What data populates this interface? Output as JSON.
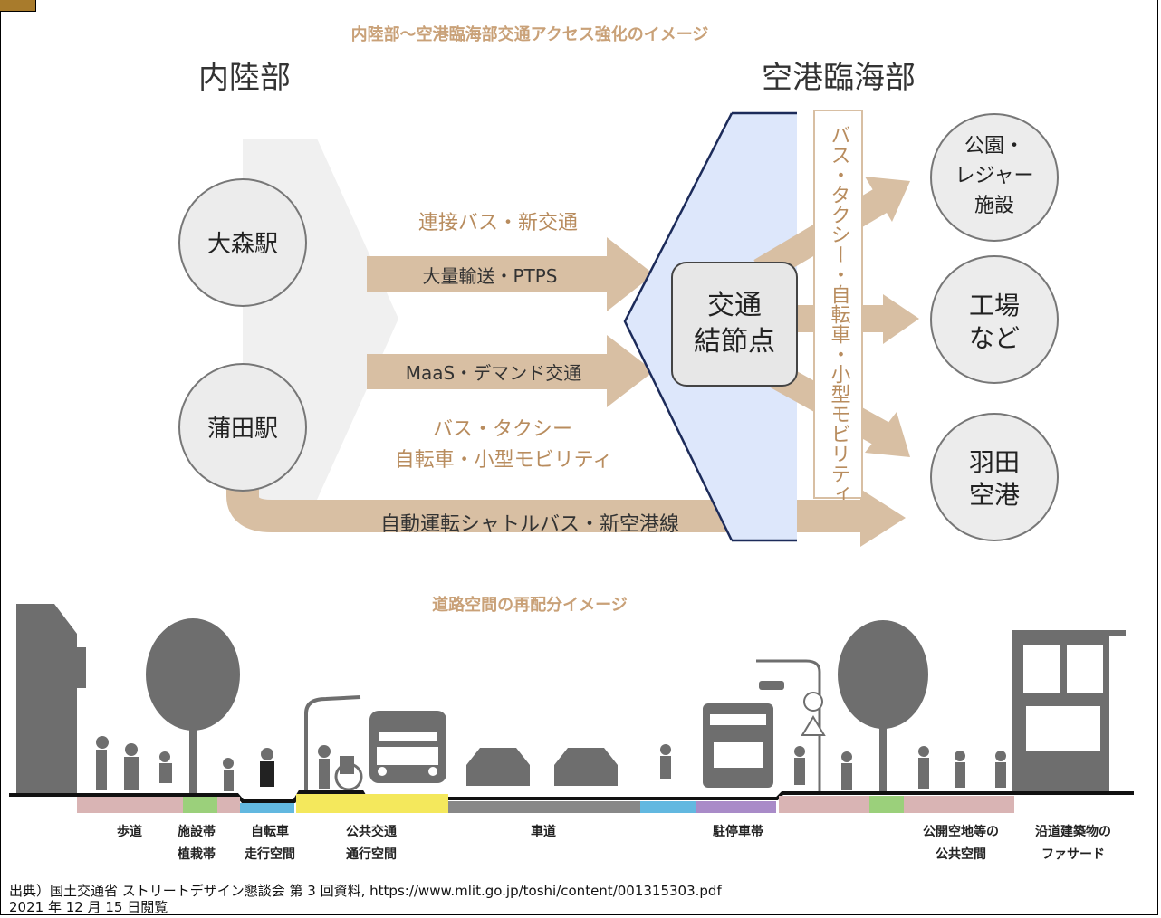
{
  "top_title": "内陸部〜空港臨海部交通アクセス強化のイメージ",
  "inland_label": "内陸部",
  "coastal_label": "空港臨海部",
  "stations": [
    "大森駅",
    "蒲田駅"
  ],
  "destinations": {
    "park": [
      "公園・",
      "レジャー",
      "施設"
    ],
    "factory": [
      "工場",
      "など"
    ],
    "airport": [
      "羽田",
      "空港"
    ]
  },
  "hub": [
    "交通",
    "結節点"
  ],
  "arrows": {
    "upper_caption": "連接バス・新交通",
    "upper_inside": "大量輸送・PTPS",
    "lower_inside": "MaaS・デマンド交通",
    "lower_caption_1": "バス・タクシー",
    "lower_caption_2": "自転車・小型モビリティ",
    "bottom": "自動運転シャトルバス・新空港線"
  },
  "vertical_box": "バス・タクシー・自転車・小型モビリティ",
  "road_title": "道路空間の再配分イメージ",
  "road_labels": {
    "sidewalk": "歩道",
    "facility_1": "施設帯",
    "facility_2": "植栽帯",
    "bike_1": "自転車",
    "bike_2": "走行空間",
    "transit_1": "公共交通",
    "transit_2": "通行空間",
    "roadway": "車道",
    "parking": "駐停車帯",
    "open_1": "公開空地等の",
    "open_2": "公共空間",
    "facade_1": "沿道建築物の",
    "facade_2": "ファサード"
  },
  "source_line": "出典）国土交通省 ストリートデザイン懇談会 第 3 回資料, https://www.mlit.go.jp/toshi/content/001315303.pdf",
  "date_line": "2021 年 12 月 15 日閲覧",
  "colors": {
    "arrow": "#d8bfa3",
    "caption": "#b88c5e",
    "circle_fill": "#ececec",
    "hub_panel": "#dde7fb",
    "sidewalk": "#d9b4b4",
    "planting": "#9bd07b",
    "bike": "#62b8e0",
    "transit": "#f4e85c",
    "roadway": "#888888",
    "parking": "#a98bc8",
    "silhouette": "#6e6e6e"
  }
}
